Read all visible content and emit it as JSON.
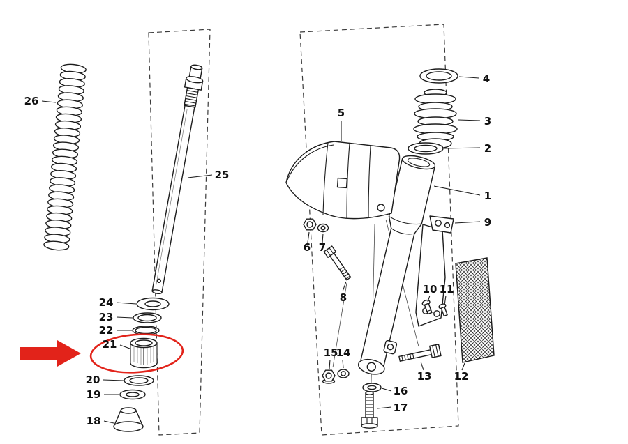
{
  "figure": {
    "kind": "exploded-parts-diagram",
    "highlighted_callout": "21",
    "highlight_color": "#e2231a",
    "line_color": "#1c1c1c",
    "background": "#ffffff"
  },
  "callouts": {
    "n1": "1",
    "n2": "2",
    "n3": "3",
    "n4": "4",
    "n5": "5",
    "n6": "6",
    "n7": "7",
    "n8": "8",
    "n9": "9",
    "n10": "10",
    "n11": "11",
    "n12": "12",
    "n13": "13",
    "n14": "14",
    "n15": "15",
    "n16": "16",
    "n17": "17",
    "n18": "18",
    "n19": "19",
    "n20": "20",
    "n21": "21",
    "n22": "22",
    "n23": "23",
    "n24": "24",
    "n25": "25",
    "n26": "26"
  }
}
